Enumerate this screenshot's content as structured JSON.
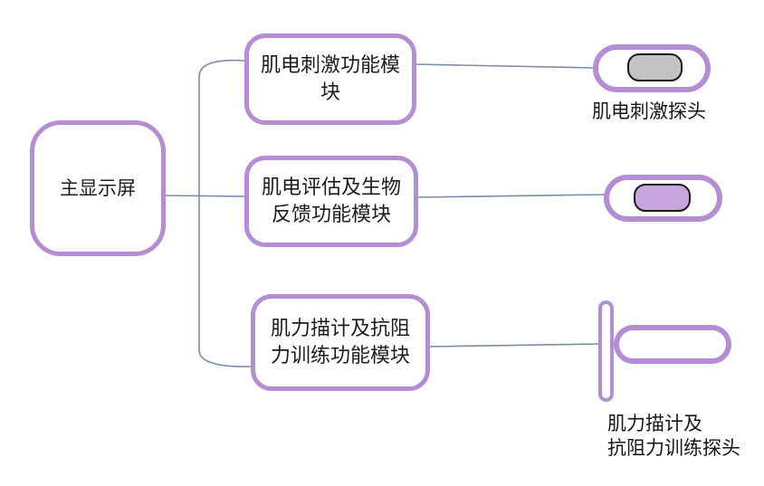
{
  "diagram": {
    "main_screen": {
      "label": "主显示屏"
    },
    "modules": [
      {
        "lines": [
          "肌电刺激功能模",
          "块"
        ]
      },
      {
        "lines": [
          "肌电评估及生物",
          "反馈功能模块"
        ]
      },
      {
        "lines": [
          "肌力描计及抗阻",
          "力训练功能模块"
        ]
      }
    ],
    "probes": [
      {
        "label": "肌电刺激探头",
        "inner_color": "#c2c1c3"
      },
      {
        "inner_color": "#c6a6dd"
      },
      {
        "label_lines": [
          "肌力描计及",
          "抗阻力训练探头"
        ]
      }
    ],
    "colors": {
      "outline_purple": "#b48dd5",
      "probe_inner_gray": "#c2c1c3",
      "probe_inner_purple": "#c6a6dd",
      "connector_line": "#7a8cab",
      "inner_outline_black": "#1a1a1a"
    }
  }
}
